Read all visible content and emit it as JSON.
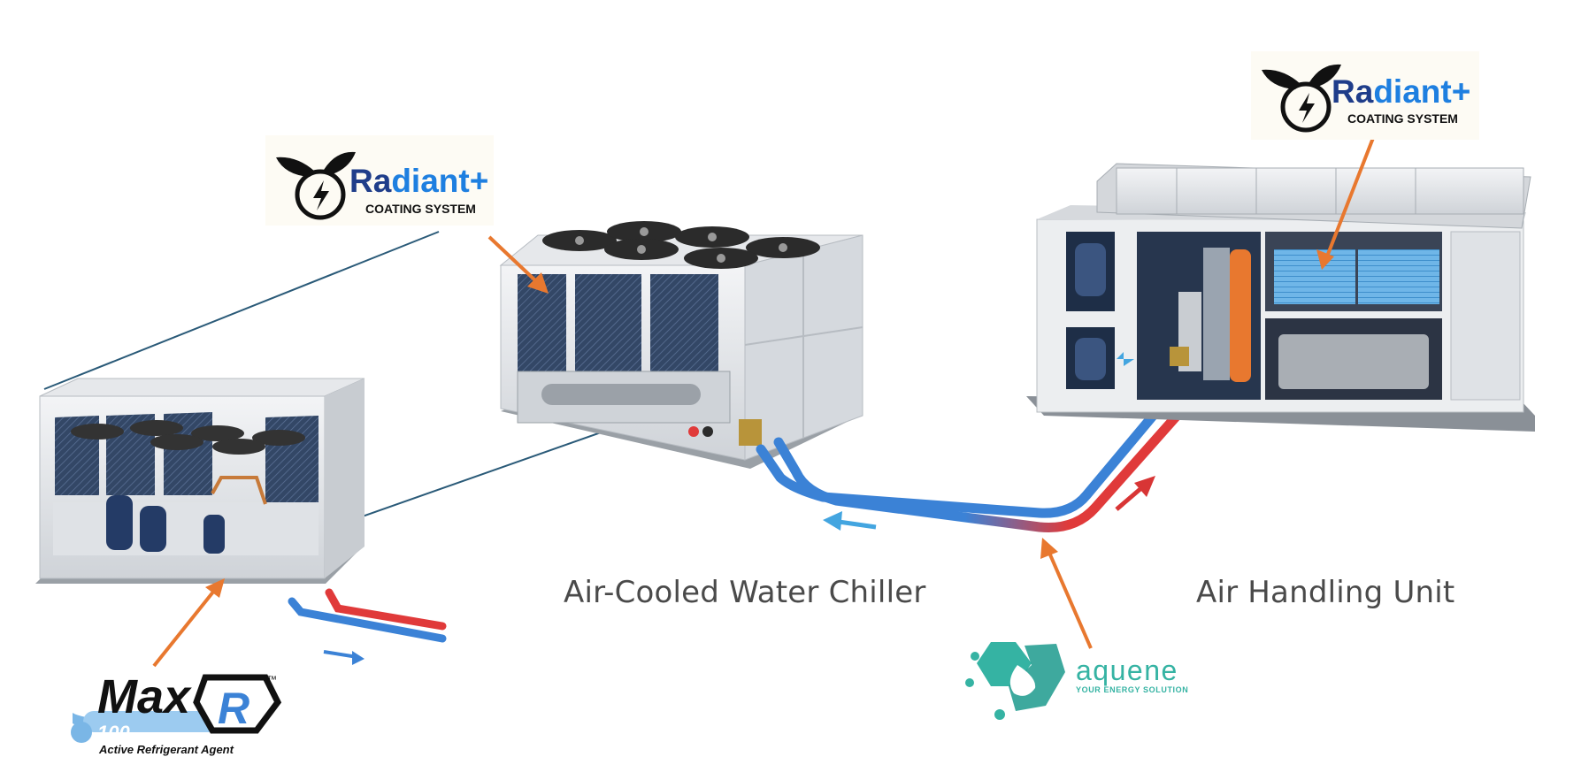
{
  "captions": {
    "chiller": "Air-Cooled Water Chiller",
    "ahu": "Air Handling Unit"
  },
  "logos": {
    "radiant": {
      "title_ra": "Ra",
      "title_rest": "diant+",
      "subtitle": "COATING SYSTEM"
    },
    "aquene": {
      "name": "aquene",
      "tagline": "YOUR ENERGY SOLUTION"
    },
    "maxr": {
      "name": "Max",
      "letter": "R",
      "tm": "™",
      "number": "100",
      "tagline": "Active Refrigerant Agent"
    }
  },
  "colors": {
    "arrow_orange": "#e8782f",
    "pipe_blue": "#3b82d6",
    "pipe_red": "#e03a3a",
    "radiant_dark": "#1f3d8a",
    "radiant_blue": "#1e7fe0",
    "aquene_teal": "#35b3a3",
    "callout_line": "#2a5a78"
  }
}
